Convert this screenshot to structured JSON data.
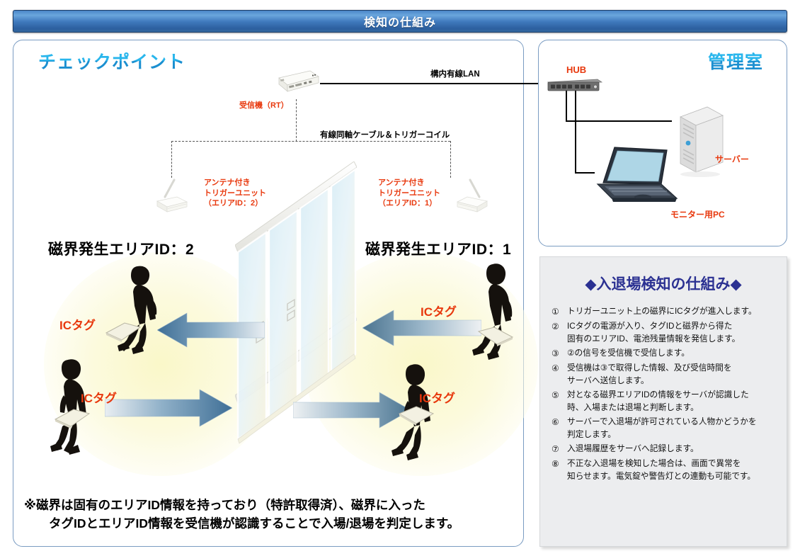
{
  "title_bar": {
    "text": "検知の仕組み"
  },
  "checkpoint": {
    "title": "チェックポイント",
    "receiver_label": "受信機（RT）",
    "lan_label": "構内有線LAN",
    "coax_label": "有線同軸ケーブル＆トリガーコイル",
    "trigger_left_label": "アンテナ付き\nトリガーユニット\n（エリアID：2）",
    "trigger_right_label": "アンテナ付き\nトリガーユニット\n（エリアID：1）",
    "area_left_heading": "磁界発生エリアID：2",
    "area_right_heading": "磁界発生エリアID：1",
    "ic_tag_labels": [
      "ICタグ",
      "ICタグ",
      "ICタグ",
      "ICタグ"
    ],
    "footer_note": "※磁界は固有のエリアID情報を持っており（特許取得済）、磁界に入った\n　　タグIDとエリアID情報を受信機が認識することで入場/退場を判定します。"
  },
  "management_room": {
    "title": "管理室",
    "hub_label": "HUB",
    "server_label": "サーバー",
    "pc_label": "モニター用PC"
  },
  "steps_panel": {
    "title": "◆入退場検知の仕組み◆",
    "items": [
      {
        "num": "①",
        "text": " トリガーユニット上の磁界にICタグが進入します。"
      },
      {
        "num": "②",
        "text": "ICタグの電源が入り、タグIDと磁界から得た\n固有のエリアID、電池残量情報を発信します。"
      },
      {
        "num": "③",
        "text": "②の信号を受信機で受信します。"
      },
      {
        "num": "④",
        "text": "受信機は③で取得した情報、及び受信時間を\nサーバへ送信します。"
      },
      {
        "num": "⑤",
        "text": "対となる磁界エリアIDの情報をサーバが認識した\n時、入場または退場と判断します。"
      },
      {
        "num": "⑥",
        "text": "サーバーで入退場が許可されている人物かどうかを\n判定します。"
      },
      {
        "num": "⑦",
        "text": "入退場履歴をサーバへ記録します。"
      },
      {
        "num": "⑧",
        "text": "不正な入退場を検知した場合は、画面で異常を\n知らせます。電気錠や警告灯との連動も可能です。"
      }
    ]
  },
  "colors": {
    "title_bar_blue": "#3f79bd",
    "panel_border": "#7a9cc2",
    "heading_cyan": "#29a8e0",
    "label_red": "#e8380d",
    "steps_navy": "#2b3192",
    "field_yellow": "#faf7c6",
    "arrow_blue": "#4a7ca8"
  }
}
